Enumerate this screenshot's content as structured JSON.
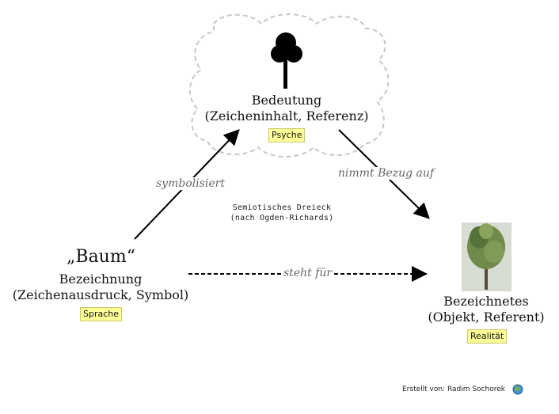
{
  "top": {
    "title": "Bedeutung",
    "subtitle": "(Zeicheninhalt, Referenz)",
    "tag": "Psyche"
  },
  "left": {
    "word": "„Baum“",
    "title": "Bezeichnung",
    "subtitle": "(Zeichenausdruck, Symbol)",
    "tag": "Sprache"
  },
  "right": {
    "title": "Bezeichnetes",
    "subtitle": "(Objekt, Referent)",
    "tag": "Realität"
  },
  "edges": {
    "left_to_top": "symbolisiert",
    "top_to_right": "nimmt Bezug auf",
    "left_to_right": "steht für"
  },
  "center": {
    "line1": "Semiotisches Dreieck",
    "line2": "(nach Ogden-Richards)"
  },
  "credit": {
    "text": "Erstellt von: Radim Sochorek",
    "icon": "globe-icon"
  },
  "colors": {
    "tag_bg": "#ffff99",
    "cloud_stroke": "#c8c8c8",
    "edge_label": "#666666"
  }
}
